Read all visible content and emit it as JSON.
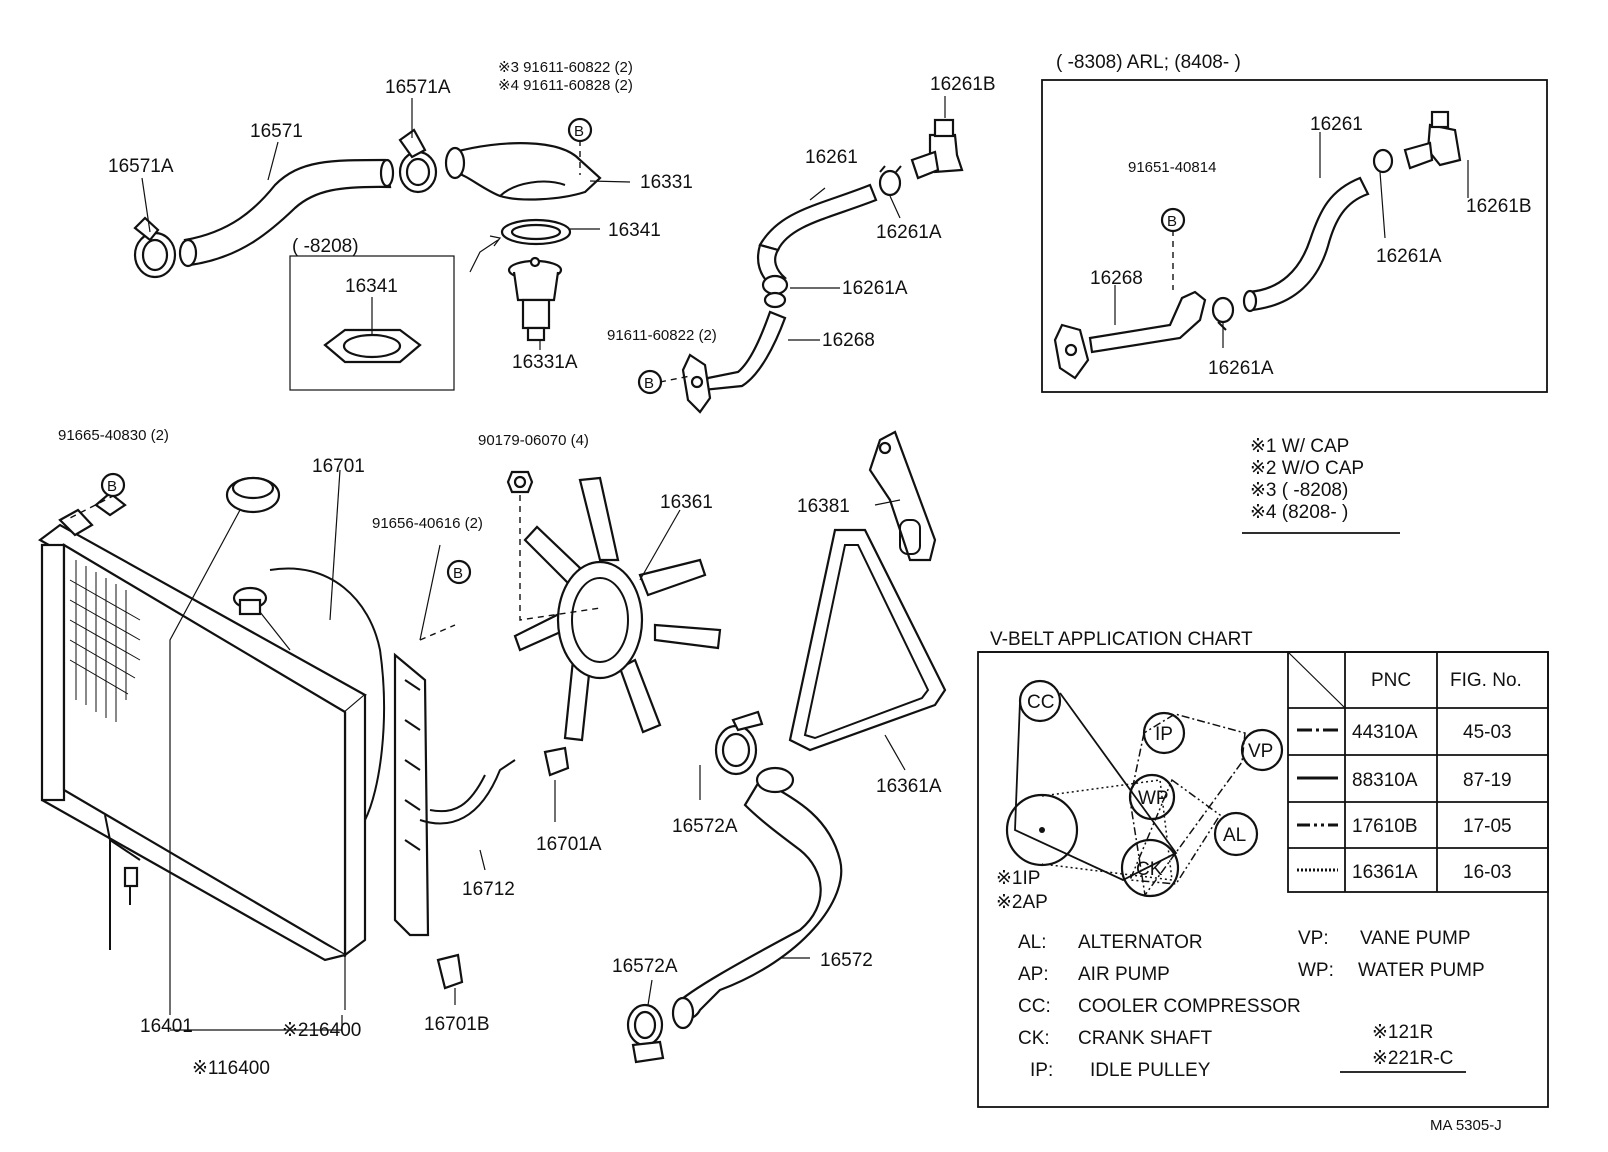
{
  "callouts": {
    "c16571A_left": "16571A",
    "c16571": "16571",
    "c16571A_top": "16571A",
    "c_note3": "※3 91611-60822 (2)",
    "c_note4": "※4 91611-60828 (2)",
    "c16331": "16331",
    "c16341": "16341",
    "c8208_box": "(      -8208)",
    "c16341_box": "16341",
    "c16331A": "16331A",
    "c16261B": "16261B",
    "c16261": "16261",
    "c16261A_a": "16261A",
    "c16261A_b": "16261A",
    "c91611": "91611-60822 (2)",
    "c16268": "16268",
    "c91665": "91665-40830 (2)",
    "c90179": "90179-06070 (4)",
    "c16701": "16701",
    "c91656": "91656-40616 (2)",
    "c16361": "16361",
    "c16381": "16381",
    "c16361A": "16361A",
    "c16572A_a": "16572A",
    "c16701A": "16701A",
    "c16712": "16712",
    "c16572": "16572",
    "c16572A_b": "16572A",
    "c16701B": "16701B",
    "c16401": "16401",
    "c16400_2": "※216400",
    "c16400_1": "※116400"
  },
  "inset": {
    "title": "(      -8308) ARL; (8408-       )",
    "c16261": "16261",
    "c91651": "91651-40814",
    "c16261B": "16261B",
    "c16268": "16268",
    "c16261A_a": "16261A",
    "c16261A_b": "16261A"
  },
  "notes": {
    "n1": "※1 W/ CAP",
    "n2": "※2 W/O  CAP",
    "n3": "※3 (        -8208)",
    "n4": "※4 (8208-          )"
  },
  "bolt_letter": "B",
  "belt_chart": {
    "title": "V-BELT APPLICATION CHART",
    "headers": [
      "PNC",
      "FIG. No."
    ],
    "rows": [
      {
        "style": "dash-dot",
        "pnc": "44310A",
        "fig": "45-03"
      },
      {
        "style": "solid",
        "pnc": "88310A",
        "fig": "87-19"
      },
      {
        "style": "dash-dot-dot",
        "pnc": "17610B",
        "fig": "17-05"
      },
      {
        "style": "dotted",
        "pnc": "16361A",
        "fig": "16-03"
      }
    ],
    "pulleys": {
      "cc": "CC",
      "ip": "IP",
      "vp": "VP",
      "wp": "WP",
      "al": "AL",
      "ck": "CK"
    },
    "pulley_note1": "※1IP",
    "pulley_note2": "※2AP",
    "legend": [
      {
        "key": "AL:",
        "value": "ALTERNATOR"
      },
      {
        "key": "AP:",
        "value": "AIR PUMP"
      },
      {
        "key": "CC:",
        "value": "COOLER COMPRESSOR"
      },
      {
        "key": "CK:",
        "value": "CRANK SHAFT"
      },
      {
        "key": "IP:",
        "value": "IDLE PULLEY"
      }
    ],
    "legend_right": [
      {
        "key": "VP:",
        "value": "VANE PUMP"
      },
      {
        "key": "WP:",
        "value": "WATER PUMP"
      }
    ],
    "model1": "※121R",
    "model2": "※221R-C"
  },
  "code": "MA  5305-J"
}
